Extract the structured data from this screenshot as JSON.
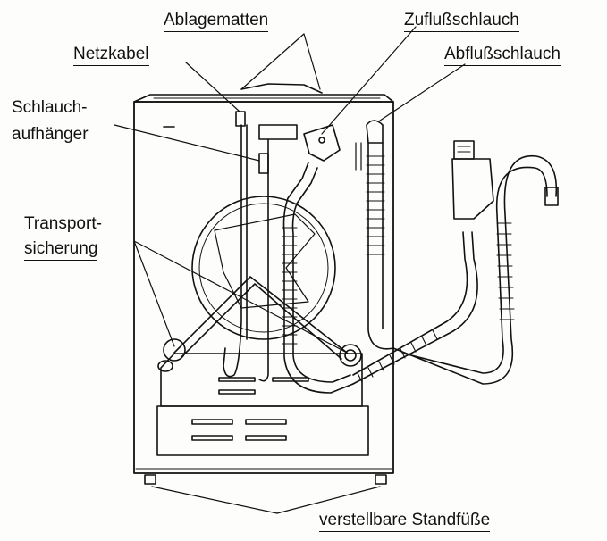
{
  "labels": {
    "ablagematten": "Ablagematten",
    "netzkabel": "Netzkabel",
    "zuflussschlauch": "Zuflußschlauch",
    "abflussschlauch": "Abflußschlauch",
    "schlauch_line1": "Schlauch-",
    "schlauch_line2": "aufhänger",
    "transport_line1": "Transport-",
    "transport_line2": "sicherung",
    "standfuesse": "verstellbare Standfüße"
  },
  "colors": {
    "ink": "#111111",
    "paper": "#fdfdfb"
  }
}
